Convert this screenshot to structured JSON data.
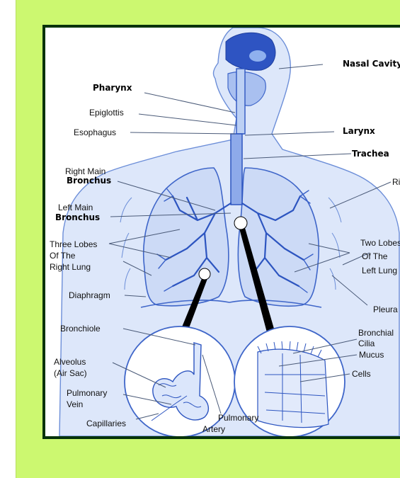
{
  "labels": {
    "nasal_cavity": "Nasal Cavity",
    "pharynx": "Pharynx",
    "epiglottis": "Epiglottis",
    "esophagus": "Esophagus",
    "larynx": "Larynx",
    "trachea": "Trachea",
    "right_main_1": "Right Main",
    "right_main_2": "Bronchus",
    "ribs": "Ribs",
    "left_main_1": "Left Main",
    "left_main_2": "Bronchus",
    "three_lobes_1": "Three Lobes",
    "three_lobes_2": "Of The",
    "three_lobes_3": "Right Lung",
    "two_lobes_1": "Two Lobes",
    "two_lobes_2": "Of The",
    "two_lobes_3": "Left Lung",
    "diaphragm": "Diaphragm",
    "pleura": "Pleura",
    "bronchiole": "Bronchiole",
    "bronchial_cilia_1": "Bronchial",
    "bronchial_cilia_2": "Cilia",
    "mucus": "Mucus",
    "cells": "Cells",
    "alveolus_1": "Alveolus",
    "alveolus_2": "(Air Sac)",
    "pulmonary_vein_1": "Pulmonary",
    "pulmonary_vein_2": "Vein",
    "capillaries": "Capillaries",
    "pulmonary_artery_1": "Pulmonary",
    "pulmonary_artery_2": "Artery"
  },
  "colors": {
    "panel": "#ccf870",
    "frame_border": "#06330a",
    "illustration": "#3f66c9"
  }
}
